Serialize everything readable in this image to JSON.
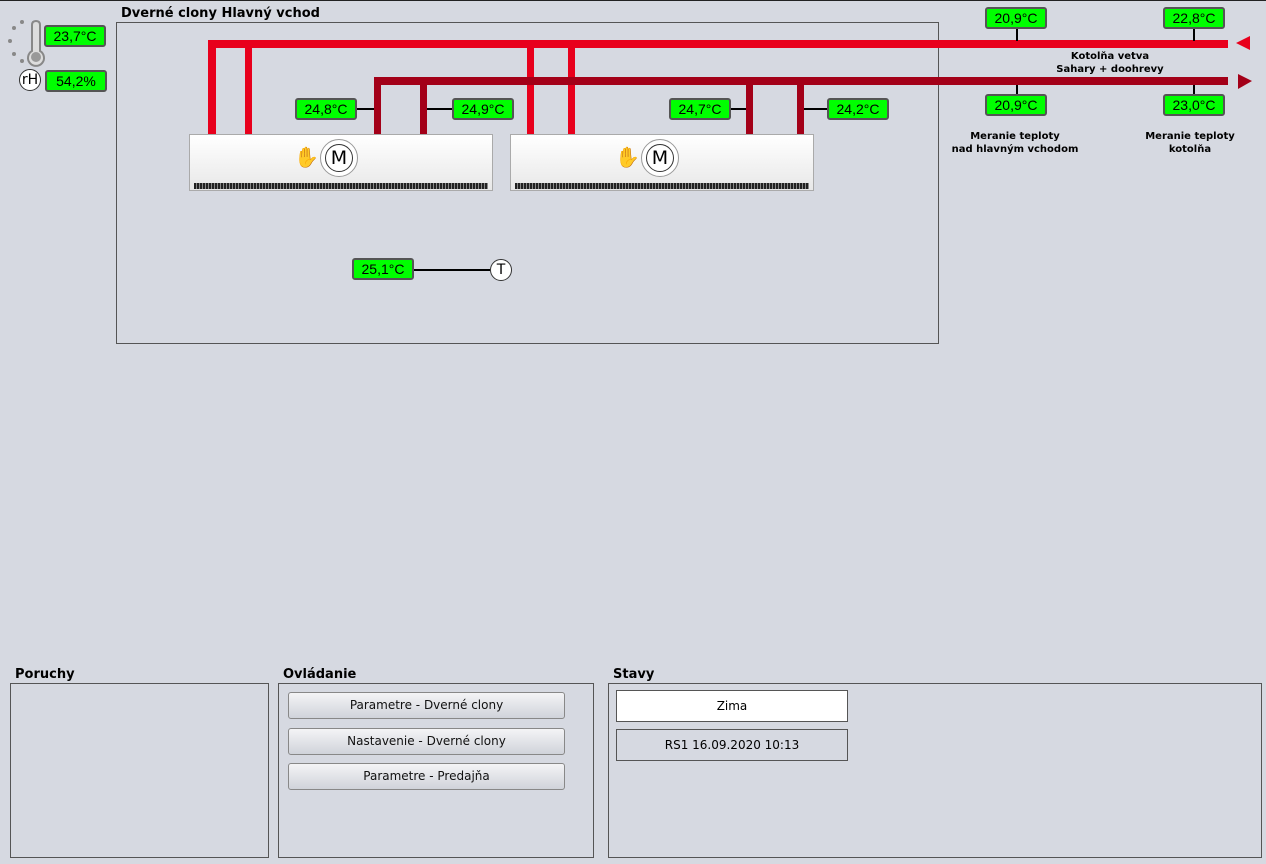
{
  "outdoor": {
    "temperature": "23,7°C",
    "humidity": "54,2%",
    "rh_label": "rH"
  },
  "main": {
    "title": "Dverné clony Hlavný vchod",
    "sensors": [
      "24,8°C",
      "24,9°C",
      "24,7°C",
      "24,2°C"
    ],
    "room_temp": "25,1°C",
    "room_symbol": "T",
    "motor_symbol": "M"
  },
  "boiler": {
    "supply_temps": [
      "20,9°C",
      "22,8°C"
    ],
    "return_temps": [
      "20,9°C",
      "23,0°C"
    ],
    "branch_label_1": "Kotolňa vetva",
    "branch_label_2": "Sahary + doohrevy",
    "meas1_line1": "Meranie teploty",
    "meas1_line2": "nad hlavným vchodom",
    "meas2_line1": "Meranie teploty",
    "meas2_line2": "kotolňa"
  },
  "panels": {
    "faults": "Poruchy",
    "control": "Ovládanie",
    "states": "Stavy"
  },
  "buttons": [
    "Parametre - Dverné clony",
    "Nastavenie - Dverné clony",
    "Parametre - Predajňa"
  ],
  "states": {
    "mode": "Zima",
    "timestamp": "RS1 16.09.2020 10:13"
  },
  "colors": {
    "supply": "#e8001c",
    "return": "#a30018",
    "value_bg": "#00ff00"
  }
}
